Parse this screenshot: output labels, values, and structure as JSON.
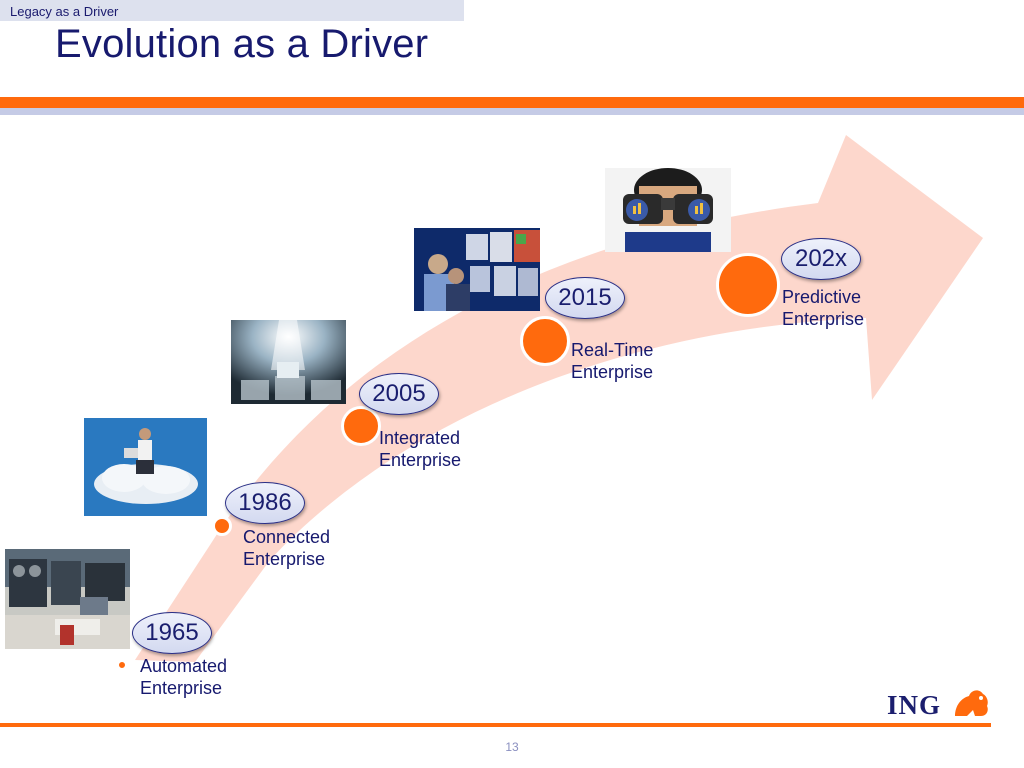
{
  "header": {
    "breadcrumb": "Legacy as a Driver",
    "title": "Evolution as a Driver"
  },
  "timeline": [
    {
      "year": "1965",
      "line1": "Automated",
      "line2": "Enterprise",
      "photo": "mainframe-computer-room-photo"
    },
    {
      "year": "1986",
      "line1": "Connected",
      "line2": "Enterprise",
      "photo": "man-with-laptop-on-cloud-photo"
    },
    {
      "year": "2005",
      "line1": "Integrated",
      "line2": "Enterprise",
      "photo": "puzzle-pieces-photo"
    },
    {
      "year": "2015",
      "line1": "Real-Time",
      "line2": "Enterprise",
      "photo": "trading-floor-monitors-photo"
    },
    {
      "year": "202x",
      "line1": "Predictive",
      "line2": "Enterprise",
      "photo": "man-with-binoculars-photo"
    }
  ],
  "footer": {
    "page_number": "13",
    "logo_text": "ING"
  },
  "colors": {
    "accent_orange": "#ff6a0d",
    "title_navy": "#171a6e",
    "arrow_fill": "#fdd7cc"
  }
}
